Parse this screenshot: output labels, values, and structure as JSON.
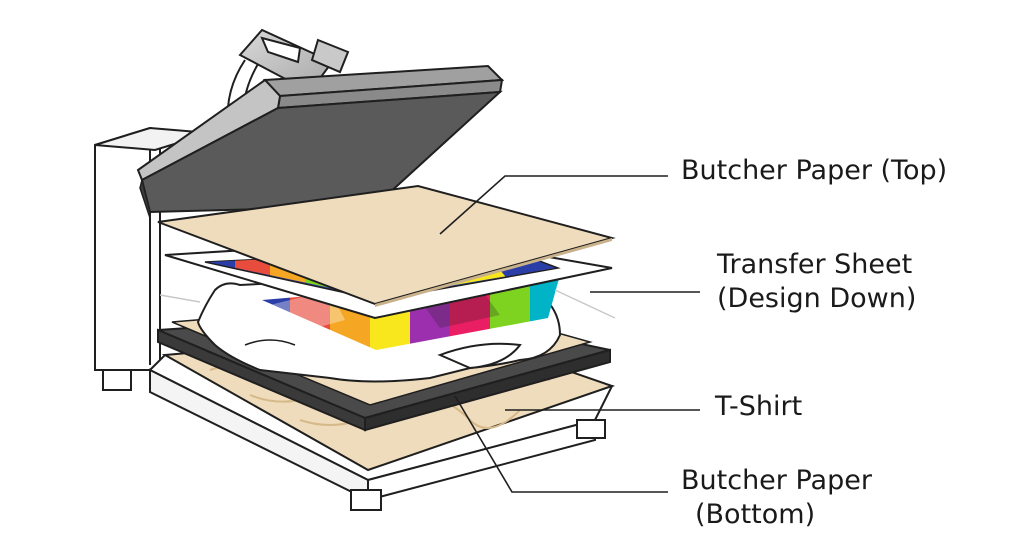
{
  "labels": {
    "butcher_paper_top": "Butcher Paper (Top)",
    "transfer_sheet_line1": "Transfer Sheet",
    "transfer_sheet_line2": "(Design Down)",
    "tshirt": "T-Shirt",
    "butcher_paper_bottom_line1": "Butcher Paper",
    "butcher_paper_bottom_line2": "(Bottom)"
  },
  "colors": {
    "outline": "#1f1f1f",
    "platen_dark": "#555555",
    "platen_top": "#9a9a9a",
    "butcher_paper": "#efdcbc",
    "butcher_paper_texture": "#dbc095",
    "bottom_pad": "#4a4a4a",
    "machine_body": "#ffffff",
    "design_colors": [
      "#2b3ea8",
      "#e84c3d",
      "#f5a623",
      "#f8e71c",
      "#7ed321",
      "#9b2fae",
      "#e91e63",
      "#00b3c7"
    ]
  }
}
